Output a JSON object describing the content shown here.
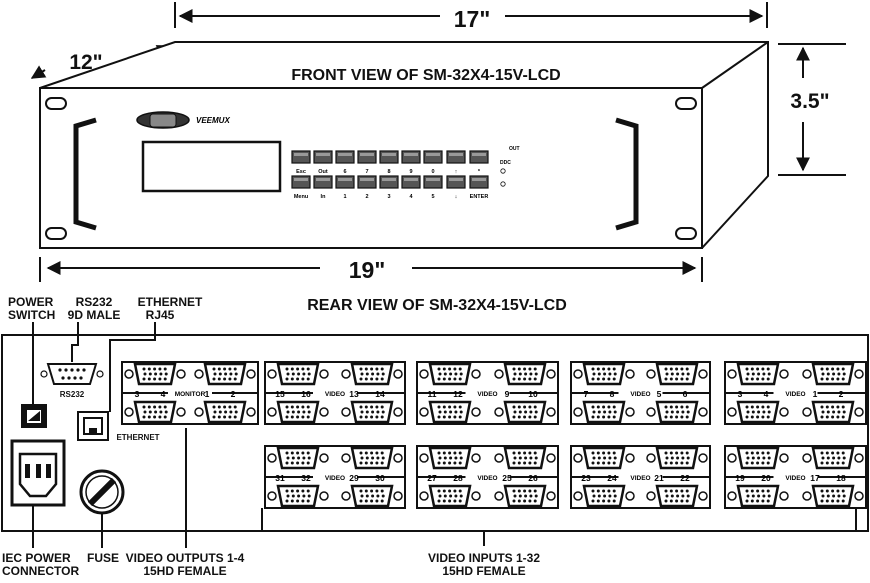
{
  "dimensions": {
    "width": "17\"",
    "depth": "12\"",
    "height": "3.5\"",
    "rack_width": "19\""
  },
  "front": {
    "title": "FRONT VIEW OF SM-32X4-15V-LCD",
    "logo": "VEEMUX",
    "top_row": [
      "Esc",
      "Out",
      "6",
      "7",
      "8",
      "9",
      "0",
      "↑",
      "*"
    ],
    "bottom_row": [
      "Menu",
      "In",
      "1",
      "2",
      "3",
      "4",
      "5",
      "↓",
      "ENTER"
    ],
    "led_out": "OUT",
    "led_ddc": "DDC"
  },
  "rear": {
    "title": "REAR VIEW OF SM-32X4-15V-LCD",
    "rs232_port_label": "RS232",
    "ethernet_port_label": "ETHERNET",
    "monitor_label": "MONITOR",
    "video_label": "VIDEO",
    "output_top_numbers": [
      "3",
      "4",
      "1",
      "2"
    ],
    "input_groups": [
      {
        "top": [
          "15",
          "16",
          "13",
          "14"
        ],
        "bottom": [
          "31",
          "32",
          "29",
          "30"
        ]
      },
      {
        "top": [
          "11",
          "12",
          "9",
          "10"
        ],
        "bottom": [
          "27",
          "28",
          "25",
          "26"
        ]
      },
      {
        "top": [
          "7",
          "8",
          "5",
          "6"
        ],
        "bottom": [
          "23",
          "24",
          "21",
          "22"
        ]
      },
      {
        "top": [
          "3",
          "4",
          "1",
          "2"
        ],
        "bottom": [
          "19",
          "20",
          "17",
          "18"
        ]
      }
    ]
  },
  "callouts": {
    "power_switch": [
      "POWER",
      "SWITCH"
    ],
    "rs232": [
      "RS232",
      "9D MALE"
    ],
    "ethernet": [
      "ETHERNET",
      "RJ45"
    ],
    "iec_power": [
      "IEC POWER",
      "CONNECTOR"
    ],
    "fuse": "FUSE",
    "video_outputs": [
      "VIDEO OUTPUTS 1-4",
      "15HD FEMALE"
    ],
    "video_inputs": [
      "VIDEO INPUTS 1-32",
      "15HD FEMALE"
    ]
  }
}
